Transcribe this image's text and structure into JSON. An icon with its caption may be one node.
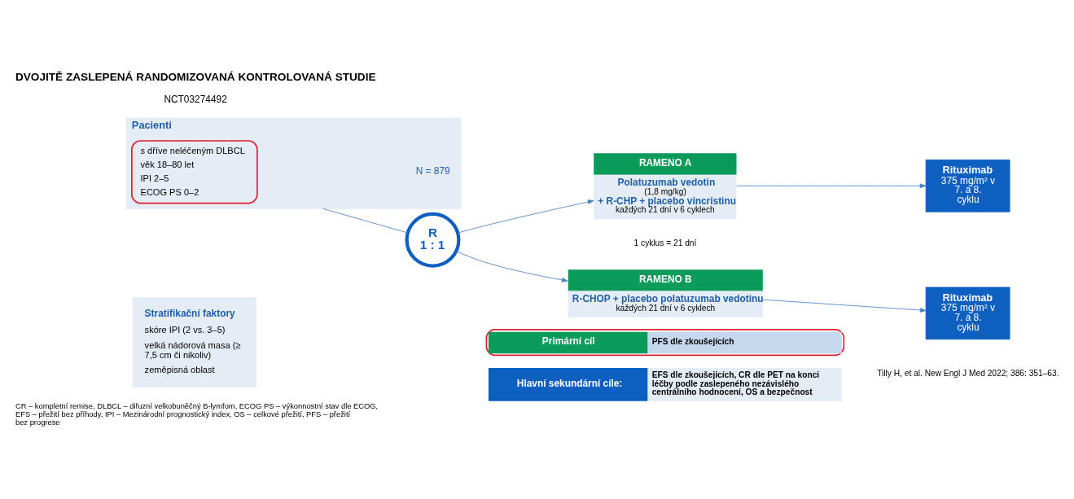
{
  "diagram": {
    "title": "DVOJITĚ ZASLEPENÁ RANDOMIZOVANÁ KONTROLOVANÁ STUDIE",
    "caption": "CR – kompletní remise, DLBCL – difuzní velkobuněčný B-lymfom, ECOG PS – výkonnostní stav dle ECOG, EFS – přežití bez příhody, IPI – Mezinárodní prognostický index, OS – celkové přežití, PFS – přežití bez progrese",
    "nodes": [
      {
        "text": [
          "Pacienti",
          "N = 879"
        ]
      },
      {
        "text": [
          "s dříve neléčeným DLBCL",
          "věk 18–80 let",
          "IPI 2–5",
          "ECOG PS 0–2"
        ],
        "in": 0
      },
      {
        "text": [
          "Stratifikační faktory",
          "skóre IPI (2 vs. 3–5)",
          "velká nádorová masa (≥ 7,5 cm či nikoliv)",
          "zeměpisná oblast"
        ]
      },
      {
        "text": [
          "R",
          "1 : 1"
        ]
      },
      {
        "text": [
          "RAMENO A",
          "Polatuzumab vedotin",
          "(1,8 mg/kg)",
          "+ R-CHP + placebo vincristinu",
          "každých 21 dní v 6 cyklech"
        ]
      },
      {
        "text": [
          "RAMENO B",
          "R-CHOP + placebo polatuzumab vedotinu",
          "každých 21 dní v 6 cyklech"
        ]
      },
      {
        "text": [
          "Rituximab",
          "375 mg/m² v 7. a 8. cyklu"
        ]
      },
      {
        "text": [
          "Rituximab",
          "375 mg/m² v 7. a 8. cyklu"
        ]
      },
      {
        "text": [
          "Primární cíl",
          "PFS dle zkoušejících"
        ]
      },
      {
        "text": [
          "Hlavní sekundární cíle:",
          "EFS dle zkoušejících, CR dle PET na konci léčby podle zaslepeného nezávislého centrálního hodnocení, OS a bezpečnost"
        ]
      }
    ],
    "edges": [
      {
        "from": 0,
        "to": 3,
        "arrow": "none"
      },
      {
        "from": 3,
        "to": 4,
        "arrow": "to"
      },
      {
        "from": 3,
        "to": 5,
        "arrow": "to"
      },
      {
        "from": 4,
        "to": 6,
        "arrow": "to"
      },
      {
        "from": 5,
        "to": 7,
        "arrow": "to"
      }
    ],
    "labels": [
      "NCT03274492",
      "1 cyklus = 21 dní",
      "Tilly H, et al. New Engl J Med 2022; 386: 351–63."
    ]
  }
}
